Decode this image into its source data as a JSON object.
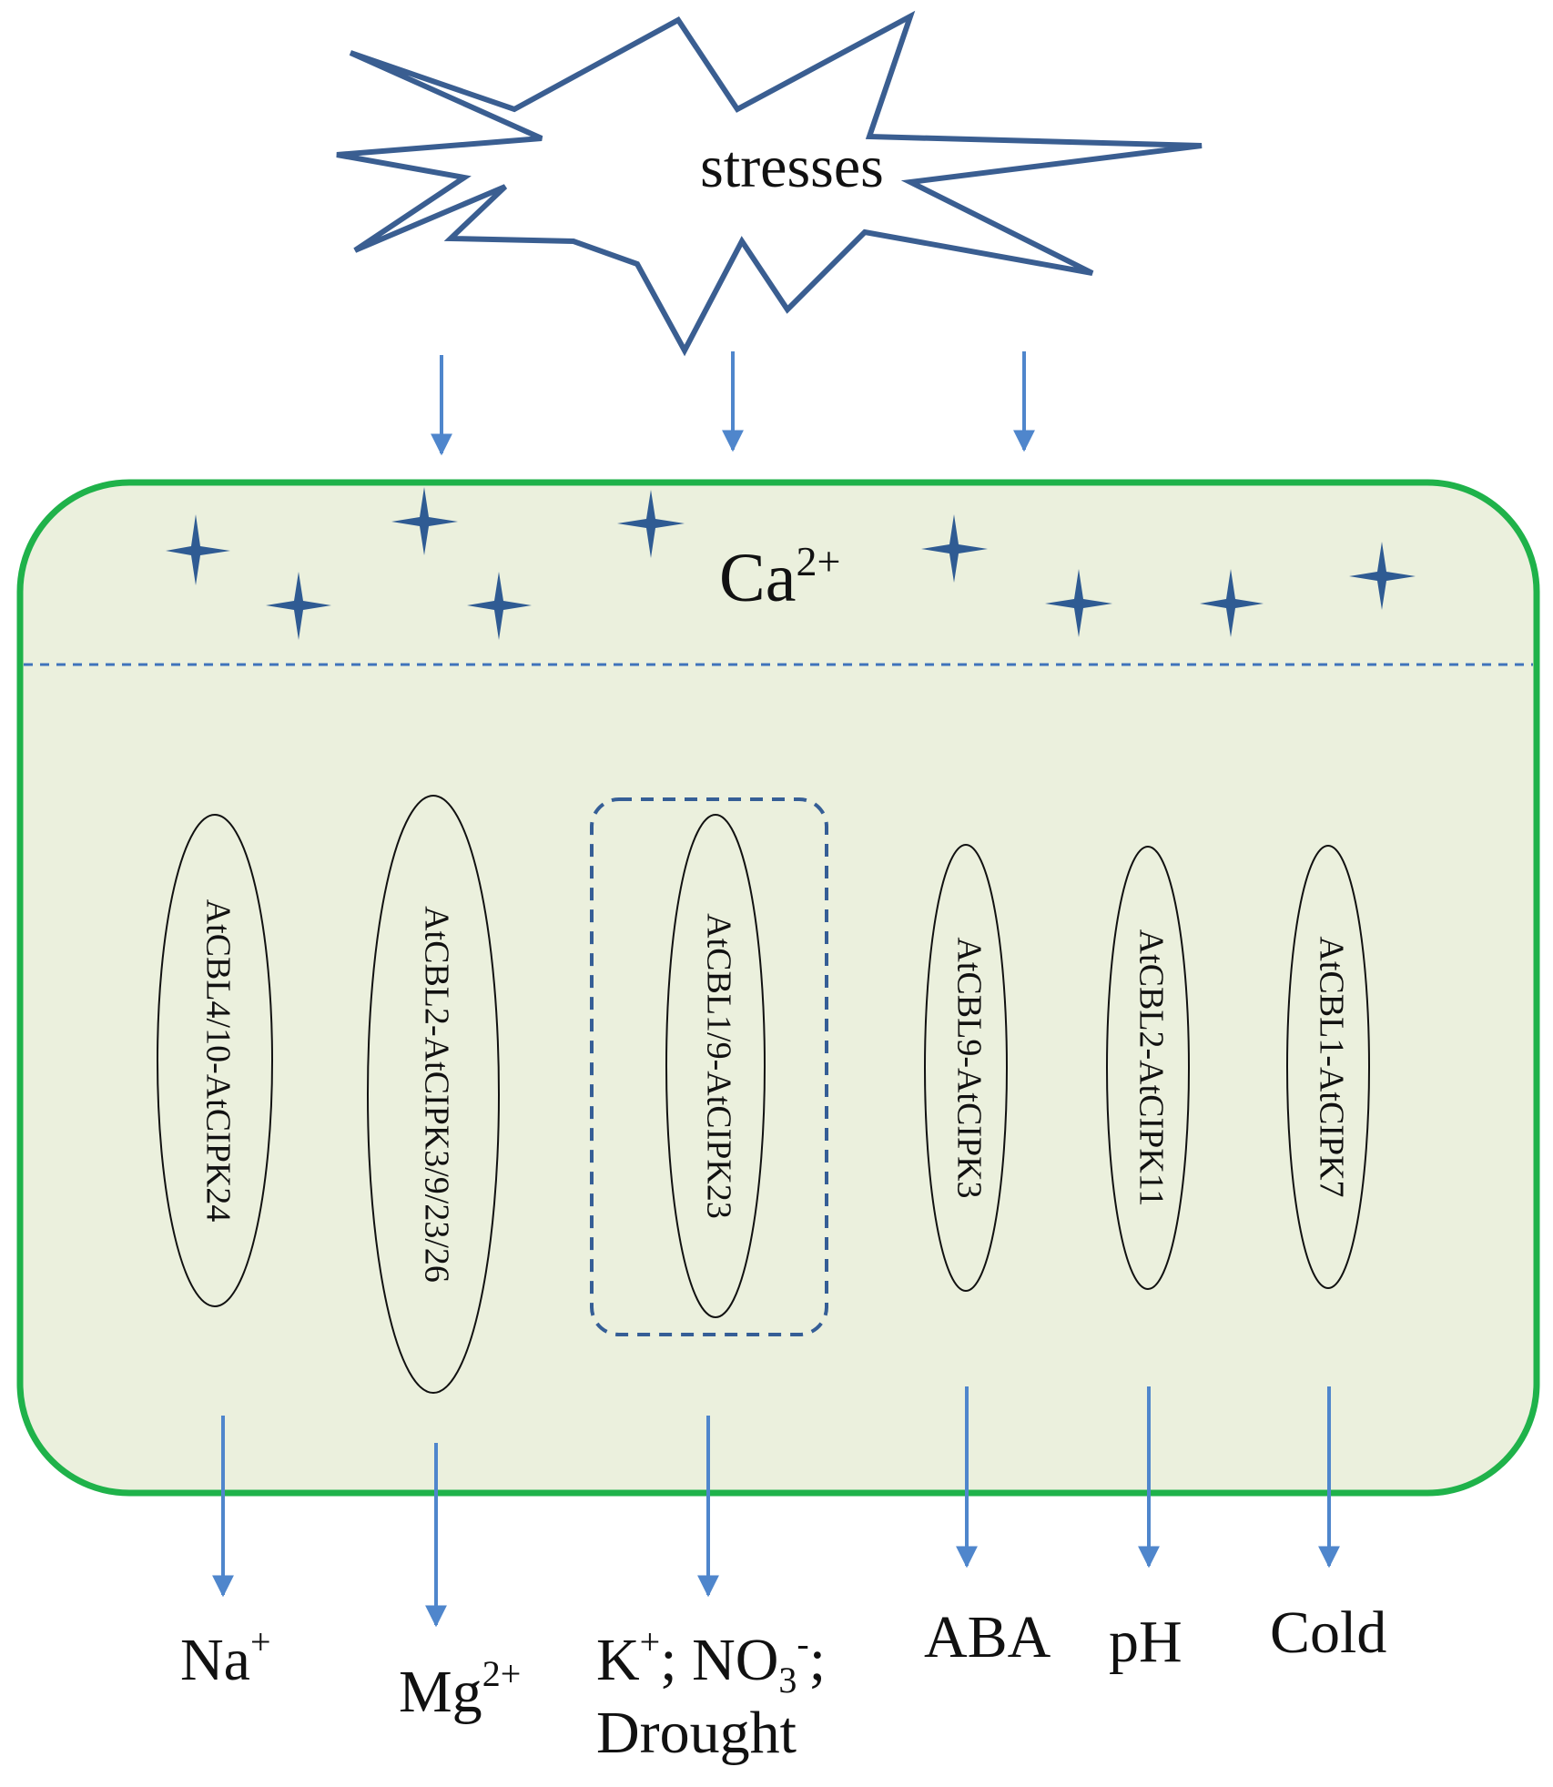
{
  "stress_label": "stresses",
  "calcium": {
    "base": "Ca",
    "charge": "2+"
  },
  "complexes": [
    {
      "label": "AtCBL4/10-AtCIPK24"
    },
    {
      "label": "AtCBL2-AtCIPK3/9/23/26"
    },
    {
      "label": "AtCBL1/9-AtCIPK23"
    },
    {
      "label": "AtCBL9-AtCIPK3"
    },
    {
      "label": "AtCBL2-AtCIPK11"
    },
    {
      "label": "AtCBL1-AtCIPK7"
    }
  ],
  "outputs": {
    "na": {
      "base": "Na",
      "sup": "+"
    },
    "mg": {
      "base": "Mg",
      "sup": "2+"
    },
    "k": {
      "line1_base": "K",
      "line1_sup": "+",
      "line1_mid": "; NO",
      "line1_sub": "3",
      "line1_sup2": "-",
      "line1_end": ";",
      "line2": "Drought"
    },
    "aba": "ABA",
    "ph": "pH",
    "cold": "Cold"
  },
  "colors": {
    "star_outline": "#3a5e91",
    "cell_border": "#1fb24a",
    "cell_fill": "#ebf0dd",
    "arrow": "#4f86cc",
    "calcium_star": "#2f5b93"
  }
}
